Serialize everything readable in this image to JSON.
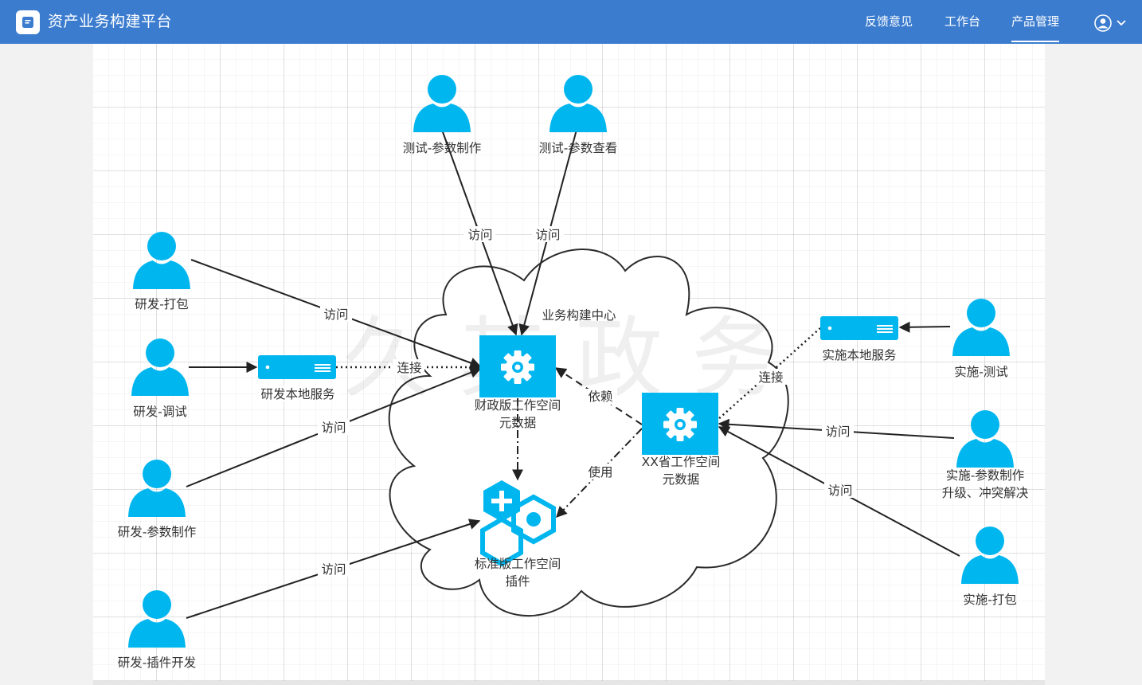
{
  "app": {
    "title": "资产业务构建平台"
  },
  "nav": [
    {
      "label": "反馈意见"
    },
    {
      "label": "工作台"
    },
    {
      "label": "产品管理"
    }
  ],
  "colors": {
    "header": "#3b7ccf",
    "node": "#00b6ef",
    "line": "#333333"
  },
  "watermark": "久其政务",
  "diagram": {
    "cloud_label": "业务构建中心",
    "people": {
      "test_param_make": "测试-参数制作",
      "test_param_view": "测试-参数查看",
      "dev_pack": "研发-打包",
      "dev_debug": "研发-调试",
      "dev_param_make": "研发-参数制作",
      "dev_plugin": "研发-插件开发",
      "impl_test": "实施-测试",
      "impl_param_line1": "实施-参数制作",
      "impl_param_line2": "升级、冲突解决",
      "impl_pack": "实施-打包"
    },
    "servers": {
      "dev_local": "研发本地服务",
      "impl_local": "实施本地服务"
    },
    "components": {
      "finance_line1": "财政版工作空间",
      "finance_line2": "元数据",
      "province_line1": "XX省工作空间",
      "province_line2": "元数据",
      "standard_line1": "标准版工作空间",
      "standard_line2": "插件"
    },
    "edge_labels": {
      "access": "访问",
      "connect": "连接",
      "depend": "依赖",
      "use": "使用"
    }
  }
}
